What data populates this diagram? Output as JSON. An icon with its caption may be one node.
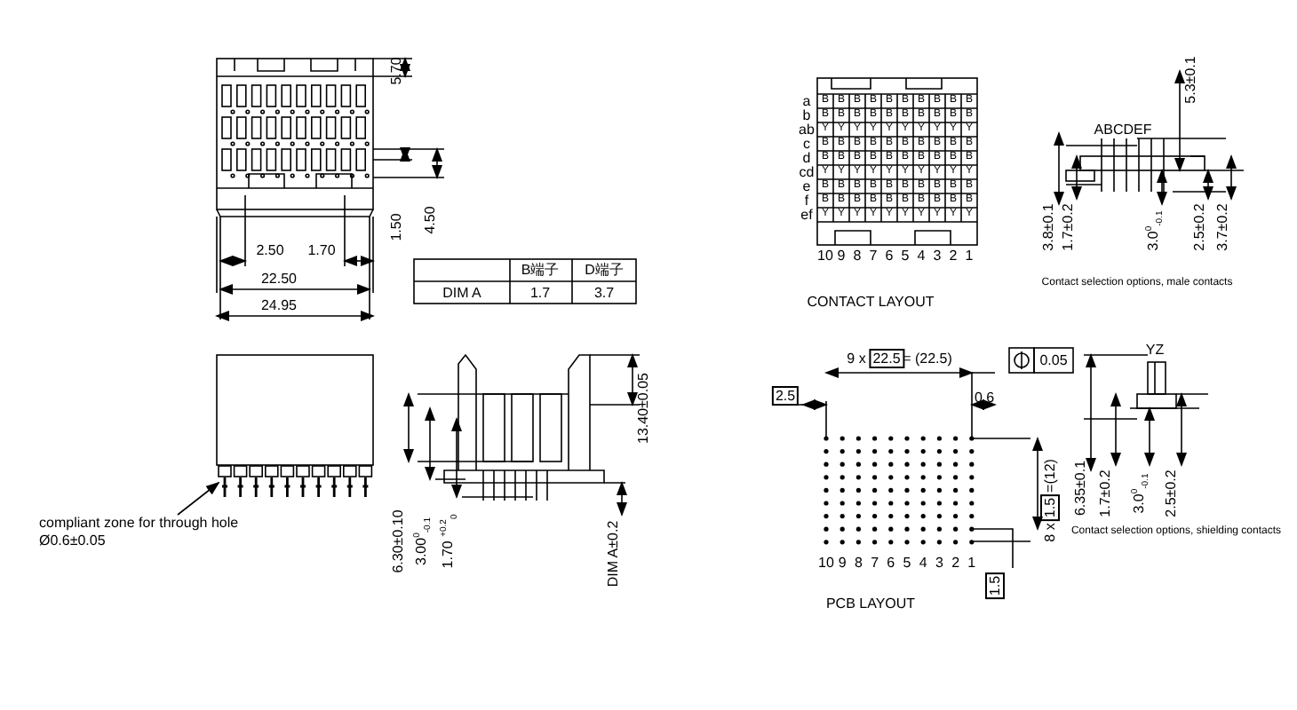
{
  "diagram": {
    "nodes": [
      {
        "text": [
          "compliant zone for through hole",
          "Ø0.6±0.05"
        ]
      },
      {
        "text": [],
        "shape": "picture"
      }
    ],
    "edges": [
      {
        "from": 0,
        "to": 1,
        "arrow": "to"
      }
    ],
    "labels": [
      "5.70",
      "1.50",
      "4.50",
      "2.50",
      "1.70",
      "22.50",
      "24.95",
      "B端子",
      "D端子",
      "DIM A",
      "1.7",
      "3.7",
      "a",
      "b",
      "ab",
      "c",
      "d",
      "cd",
      "e",
      "f",
      "ef",
      "B",
      "B",
      "B",
      "B",
      "B",
      "B",
      "B",
      "B",
      "B",
      "B",
      "B",
      "B",
      "B",
      "B",
      "B",
      "B",
      "B",
      "B",
      "B",
      "B",
      "Y",
      "Y",
      "Y",
      "Y",
      "Y",
      "Y",
      "Y",
      "Y",
      "Y",
      "Y",
      "B",
      "B",
      "B",
      "B",
      "B",
      "B",
      "B",
      "B",
      "B",
      "B",
      "B",
      "B",
      "B",
      "B",
      "B",
      "B",
      "B",
      "B",
      "B",
      "B",
      "Y",
      "Y",
      "Y",
      "Y",
      "Y",
      "Y",
      "Y",
      "Y",
      "Y",
      "Y",
      "B",
      "B",
      "B",
      "B",
      "B",
      "B",
      "B",
      "B",
      "B",
      "B",
      "B",
      "B",
      "B",
      "B",
      "B",
      "B",
      "B",
      "B",
      "B",
      "B",
      "Y",
      "Y",
      "Y",
      "Y",
      "Y",
      "Y",
      "Y",
      "Y",
      "Y",
      "Y",
      "10",
      "9",
      "8",
      "7",
      "6",
      "5",
      "4",
      "3",
      "2",
      "1",
      "CONTACT LAYOUT",
      "ABCDEF",
      "5.3±0.1",
      "3.8±0.1",
      "1.7±0.2",
      "3.0$^{0}$$_{-0.1}$",
      "2.5±0.2",
      "3.7±0.2",
      "Contact selection options, male contacts",
      "6.30±0.10",
      "3.00$^{0}$$_{-0.1}$",
      "1.70 $^{+0.2}$$_{0}$",
      "13.40±0.05",
      "DIM A±0.2",
      "9 x",
      "22.5",
      "= (22.5)",
      "0.05",
      "2.5",
      "0.6",
      "8 x",
      "1.5",
      "=(12)",
      "1.5",
      "10",
      "9",
      "8",
      "7",
      "6",
      "5",
      "4",
      "3",
      "2",
      "1",
      "PCB LAYOUT",
      "YZ",
      "6.35±0.1",
      "1.7±0.2",
      "3.0$^{0}$$_{-0.1}$",
      "2.5±0.2",
      "Contact selection options, shielding contacts"
    ]
  }
}
